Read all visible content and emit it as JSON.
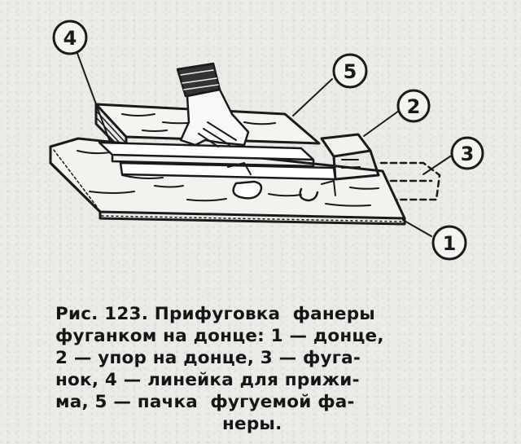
{
  "figure": {
    "callouts": [
      "1",
      "2",
      "3",
      "4",
      "5"
    ]
  },
  "caption": {
    "lines": [
      "Рис. 123. Прифуговка  фанеры",
      "фуганком на донце: 1 — донце,",
      "2 — упор на донце, 3 — фуга-",
      "нок, 4 — линейка для прижи-",
      "ма, 5 — пачка  фугуемой фа-",
      "неры."
    ]
  }
}
